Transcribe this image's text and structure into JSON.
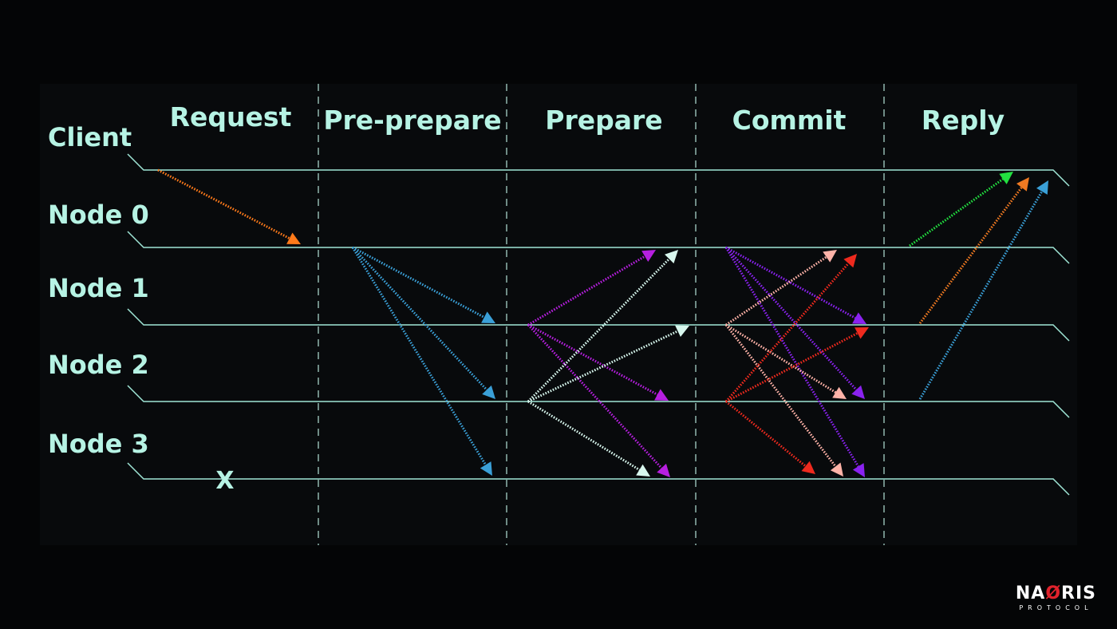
{
  "phases": [
    "Request",
    "Pre-prepare",
    "Prepare",
    "Commit",
    "Reply"
  ],
  "nodes": [
    "Client",
    "Node 0",
    "Node 1",
    "Node 2",
    "Node 3"
  ],
  "failure_mark": "X",
  "colors": {
    "background": "#000000",
    "text": "#b6f3e4",
    "timeline": "#9fe6d6",
    "divider": "#6f8c86",
    "request": "#ff7a1a",
    "preprepare": "#3aa0d8",
    "prepare_node1": "#b71fe0",
    "prepare_node2": "#d8f7ee",
    "commit_node0": "#8a22f0",
    "commit_node1": "#ffb3a8",
    "commit_node2": "#ee2a1e",
    "reply_node0": "#22e040",
    "reply_node1": "#f07a22",
    "reply_node2": "#3aa0d8"
  },
  "messages": [
    {
      "phase": "Request",
      "from": "Client",
      "to": "Node 0",
      "color": "request"
    },
    {
      "phase": "Pre-prepare",
      "from": "Node 0",
      "to": "Node 1",
      "color": "preprepare"
    },
    {
      "phase": "Pre-prepare",
      "from": "Node 0",
      "to": "Node 2",
      "color": "preprepare"
    },
    {
      "phase": "Pre-prepare",
      "from": "Node 0",
      "to": "Node 3",
      "color": "preprepare"
    },
    {
      "phase": "Prepare",
      "from": "Node 1",
      "to": "Node 0",
      "color": "prepare_node1"
    },
    {
      "phase": "Prepare",
      "from": "Node 1",
      "to": "Node 2",
      "color": "prepare_node1"
    },
    {
      "phase": "Prepare",
      "from": "Node 1",
      "to": "Node 3",
      "color": "prepare_node1"
    },
    {
      "phase": "Prepare",
      "from": "Node 2",
      "to": "Node 0",
      "color": "prepare_node2"
    },
    {
      "phase": "Prepare",
      "from": "Node 2",
      "to": "Node 1",
      "color": "prepare_node2"
    },
    {
      "phase": "Prepare",
      "from": "Node 2",
      "to": "Node 3",
      "color": "prepare_node2"
    },
    {
      "phase": "Commit",
      "from": "Node 0",
      "to": "Node 1",
      "color": "commit_node0"
    },
    {
      "phase": "Commit",
      "from": "Node 0",
      "to": "Node 2",
      "color": "commit_node0"
    },
    {
      "phase": "Commit",
      "from": "Node 0",
      "to": "Node 3",
      "color": "commit_node0"
    },
    {
      "phase": "Commit",
      "from": "Node 1",
      "to": "Node 0",
      "color": "commit_node1"
    },
    {
      "phase": "Commit",
      "from": "Node 1",
      "to": "Node 2",
      "color": "commit_node1"
    },
    {
      "phase": "Commit",
      "from": "Node 1",
      "to": "Node 3",
      "color": "commit_node1"
    },
    {
      "phase": "Commit",
      "from": "Node 2",
      "to": "Node 0",
      "color": "commit_node2"
    },
    {
      "phase": "Commit",
      "from": "Node 2",
      "to": "Node 1",
      "color": "commit_node2"
    },
    {
      "phase": "Commit",
      "from": "Node 2",
      "to": "Node 3",
      "color": "commit_node2"
    },
    {
      "phase": "Reply",
      "from": "Node 0",
      "to": "Client",
      "color": "reply_node0"
    },
    {
      "phase": "Reply",
      "from": "Node 1",
      "to": "Client",
      "color": "reply_node1"
    },
    {
      "phase": "Reply",
      "from": "Node 2",
      "to": "Client",
      "color": "reply_node2"
    }
  ],
  "logo": {
    "word_left": "NA",
    "word_slash": "Ø",
    "word_right": "RIS",
    "sub": "PROTOCOL"
  }
}
